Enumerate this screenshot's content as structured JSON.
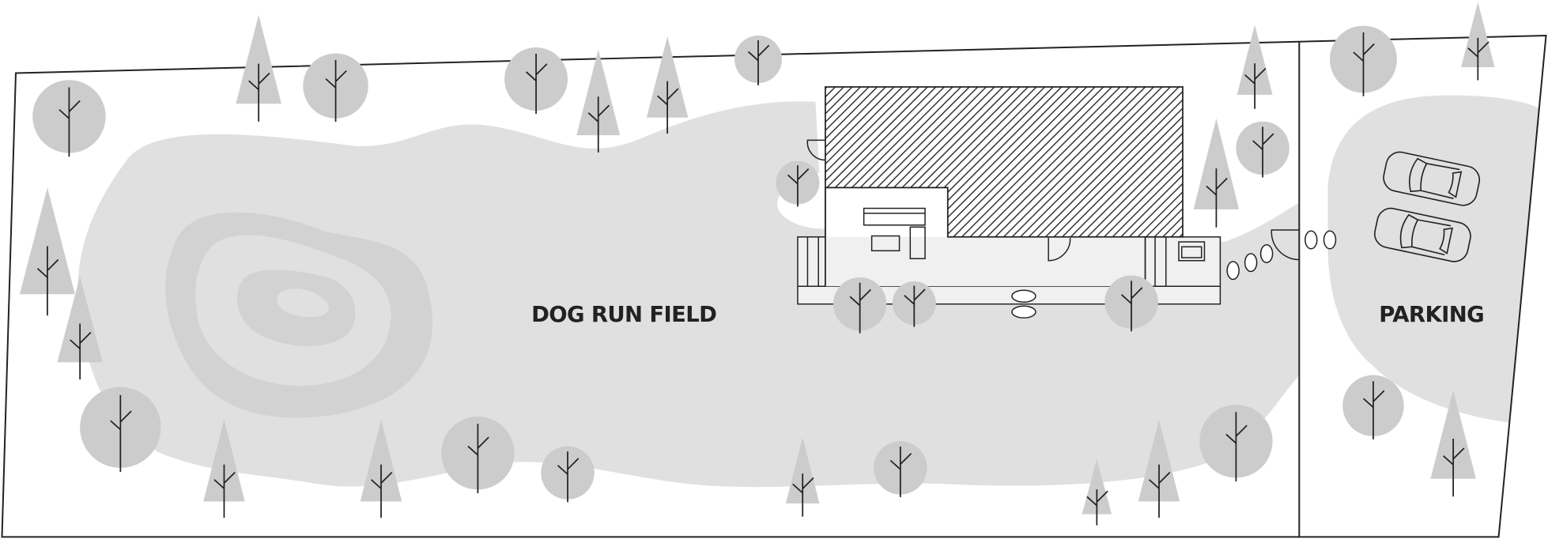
{
  "labels": {
    "field": "DOG RUN FIELD",
    "parking": "PARKING"
  },
  "colors": {
    "field": "#e0e0e0",
    "tree": "#cccccc",
    "pond": "#d2d2d2",
    "deck": "#f0f0f0",
    "line": "#222222"
  },
  "vehicles": [
    "car",
    "car"
  ]
}
